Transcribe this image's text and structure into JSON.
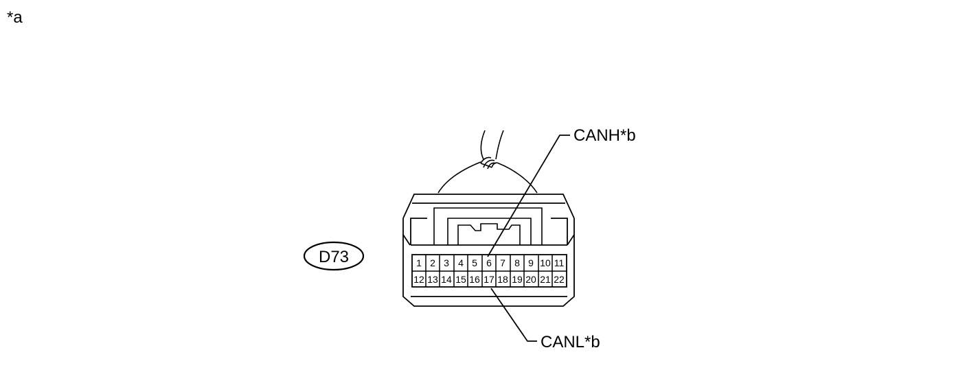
{
  "corner_label": "*a",
  "connector": {
    "id": "D73",
    "row1_pins": [
      "1",
      "2",
      "3",
      "4",
      "5",
      "6",
      "7",
      "8",
      "9",
      "10",
      "11"
    ],
    "row2_pins": [
      "12",
      "13",
      "14",
      "15",
      "16",
      "17",
      "18",
      "19",
      "20",
      "21",
      "22"
    ]
  },
  "callouts": {
    "upper": "CANH*b",
    "lower": "CANL*b"
  },
  "colors": {
    "ink": "#000000",
    "background": "#ffffff"
  }
}
